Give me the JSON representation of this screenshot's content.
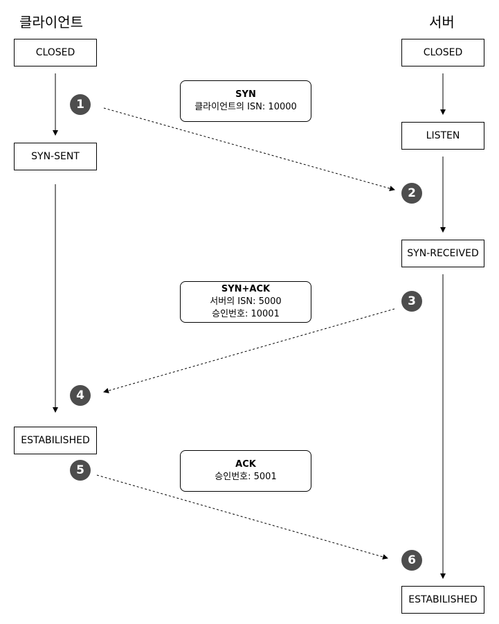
{
  "columns": {
    "client": "클라이언트",
    "server": "서버"
  },
  "client_states": [
    "CLOSED",
    "SYN-SENT",
    "ESTABILISHED"
  ],
  "server_states": [
    "CLOSED",
    "LISTEN",
    "SYN-RECEIVED",
    "ESTABILISHED"
  ],
  "messages": [
    {
      "title": "SYN",
      "lines": [
        "클라이언트의 ISN: 10000"
      ]
    },
    {
      "title": "SYN+ACK",
      "lines": [
        "서버의 ISN: 5000",
        "승인번호: 10001"
      ]
    },
    {
      "title": "ACK",
      "lines": [
        "승인번호: 5001"
      ]
    }
  ],
  "steps": [
    "1",
    "2",
    "3",
    "4",
    "5",
    "6"
  ],
  "colors": {
    "step_fill": "#4d4d4d",
    "line": "#000000",
    "background": "#ffffff"
  }
}
